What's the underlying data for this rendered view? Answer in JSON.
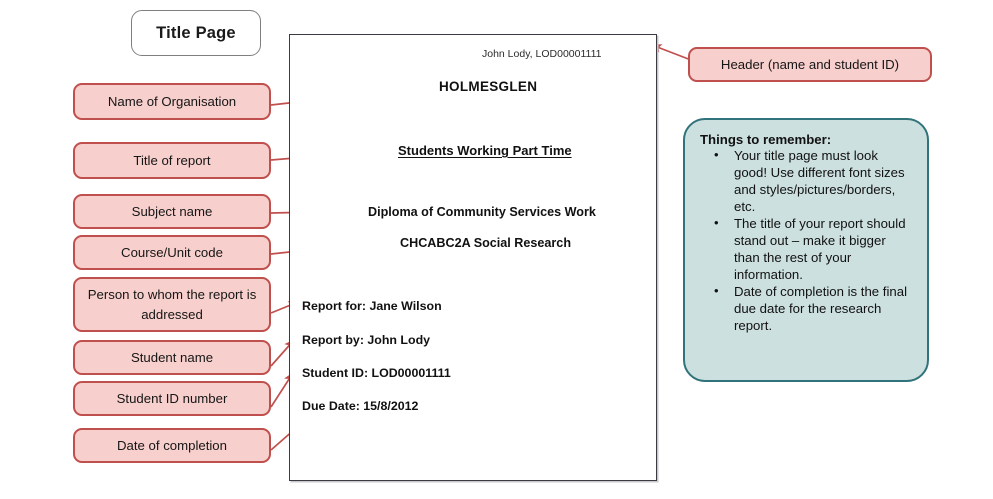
{
  "diagram": {
    "title_tag": "Title Page",
    "header_callout": "Header (name and student ID)"
  },
  "callouts": [
    {
      "id": "name-of-organisation",
      "label": "Name of Organisation"
    },
    {
      "id": "title-of-report",
      "label": "Title of report"
    },
    {
      "id": "subject-name",
      "label": "Subject name"
    },
    {
      "id": "course-unit-code",
      "label": "Course/Unit code"
    },
    {
      "id": "person-addressed",
      "label": "Person to whom the report is addressed"
    },
    {
      "id": "student-name",
      "label": "Student name"
    },
    {
      "id": "student-id-number",
      "label": "Student ID number"
    },
    {
      "id": "date-of-completion",
      "label": "Date of completion"
    }
  ],
  "document": {
    "header": "John Lody, LOD00001111",
    "organisation": "HOLMESGLEN",
    "report_title": "Students Working Part Time",
    "subject": "Diploma of Community Services Work",
    "unit_code": "CHCABC2A Social Research",
    "report_for": "Report for: Jane Wilson",
    "report_by": "Report by: John Lody",
    "student_id": "Student ID: LOD00001111",
    "due_date": "Due Date: 15/8/2012"
  },
  "remember": {
    "title": "Things to remember:",
    "items": [
      "Your title page must look good! Use different font sizes and styles/pictures/borders, etc.",
      "The title of your report should stand out – make it bigger than the rest of your information.",
      "Date of completion is the final due date for the research report."
    ]
  },
  "colors": {
    "callout_fill": "#f7cfcc",
    "callout_border": "#c0504d",
    "arrow": "#c0504d",
    "remember_fill": "#cde0e0",
    "remember_border": "#31737a",
    "page_border": "#3a3a42",
    "tag_border": "#7f7f7f"
  }
}
